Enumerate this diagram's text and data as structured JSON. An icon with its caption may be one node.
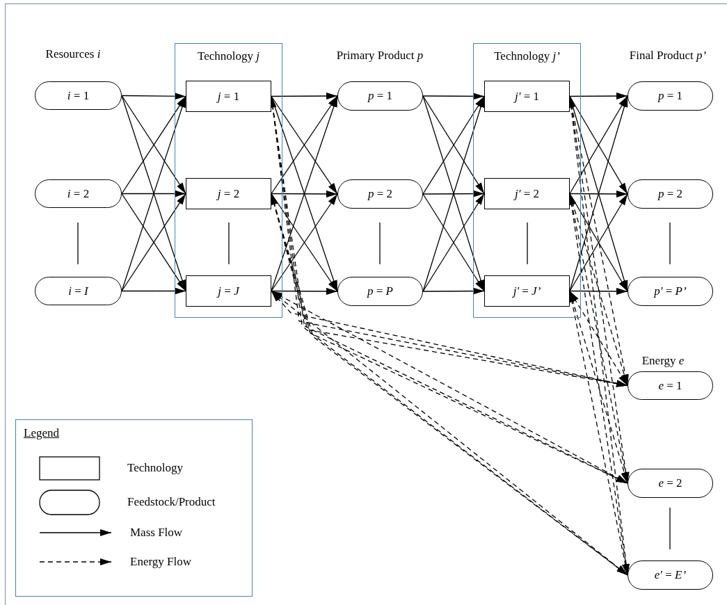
{
  "diagram": {
    "nodes": [
      {
        "text": [
          "*i* = 1"
        ]
      },
      {
        "text": [
          "*i* = 2"
        ]
      },
      {
        "text": [
          "*i* = *I*"
        ]
      },
      {
        "text": [
          "Technology *j*"
        ]
      },
      {
        "text": [
          "*j* = 1"
        ],
        "in": 3
      },
      {
        "text": [
          "*j* = 2"
        ],
        "in": 3
      },
      {
        "text": [
          "*j* = *J*"
        ],
        "in": 3
      },
      {
        "text": [
          "*p* = 1"
        ]
      },
      {
        "text": [
          "*p* = 2"
        ]
      },
      {
        "text": [
          "*p* = *P*"
        ]
      },
      {
        "text": [
          "Technology *j’*"
        ]
      },
      {
        "text": [
          "*j'* = 1"
        ],
        "in": 10
      },
      {
        "text": [
          "*j'* = 2"
        ],
        "in": 10
      },
      {
        "text": [
          "*j'* = *J’*"
        ],
        "in": 10
      },
      {
        "text": [
          "*p* = 1"
        ]
      },
      {
        "text": [
          "*p* = 2"
        ]
      },
      {
        "text": [
          "*p'* = *P’*"
        ]
      },
      {
        "text": [
          "*e* = 1"
        ]
      },
      {
        "text": [
          "*e* = 2"
        ]
      },
      {
        "text": [
          "*e'* = *E’*"
        ]
      }
    ],
    "edges": [
      {
        "from": 0,
        "to": 4,
        "arrow": "to"
      },
      {
        "from": 0,
        "to": 5,
        "arrow": "to"
      },
      {
        "from": 0,
        "to": 6,
        "arrow": "to"
      },
      {
        "from": 1,
        "to": 4,
        "arrow": "to"
      },
      {
        "from": 1,
        "to": 5,
        "arrow": "to"
      },
      {
        "from": 1,
        "to": 6,
        "arrow": "to"
      },
      {
        "from": 2,
        "to": 4,
        "arrow": "to"
      },
      {
        "from": 2,
        "to": 5,
        "arrow": "to"
      },
      {
        "from": 2,
        "to": 6,
        "arrow": "to"
      },
      {
        "from": 4,
        "to": 7,
        "arrow": "to"
      },
      {
        "from": 4,
        "to": 8,
        "arrow": "to"
      },
      {
        "from": 4,
        "to": 9,
        "arrow": "to"
      },
      {
        "from": 5,
        "to": 7,
        "arrow": "to"
      },
      {
        "from": 5,
        "to": 8,
        "arrow": "to"
      },
      {
        "from": 5,
        "to": 9,
        "arrow": "to"
      },
      {
        "from": 6,
        "to": 7,
        "arrow": "to"
      },
      {
        "from": 6,
        "to": 8,
        "arrow": "to"
      },
      {
        "from": 6,
        "to": 9,
        "arrow": "to"
      },
      {
        "from": 7,
        "to": 11,
        "arrow": "to"
      },
      {
        "from": 7,
        "to": 12,
        "arrow": "to"
      },
      {
        "from": 7,
        "to": 13,
        "arrow": "to"
      },
      {
        "from": 8,
        "to": 11,
        "arrow": "to"
      },
      {
        "from": 8,
        "to": 12,
        "arrow": "to"
      },
      {
        "from": 8,
        "to": 13,
        "arrow": "to"
      },
      {
        "from": 9,
        "to": 11,
        "arrow": "to"
      },
      {
        "from": 9,
        "to": 12,
        "arrow": "to"
      },
      {
        "from": 9,
        "to": 13,
        "arrow": "to"
      },
      {
        "from": 11,
        "to": 14,
        "arrow": "to"
      },
      {
        "from": 11,
        "to": 15,
        "arrow": "to"
      },
      {
        "from": 11,
        "to": 16,
        "arrow": "to"
      },
      {
        "from": 12,
        "to": 14,
        "arrow": "to"
      },
      {
        "from": 12,
        "to": 15,
        "arrow": "to"
      },
      {
        "from": 12,
        "to": 16,
        "arrow": "to"
      },
      {
        "from": 13,
        "to": 14,
        "arrow": "to"
      },
      {
        "from": 13,
        "to": 15,
        "arrow": "to"
      },
      {
        "from": 13,
        "to": 16,
        "arrow": "to"
      },
      {
        "from": 4,
        "to": 17,
        "arrow": "both",
        "style": "dashed"
      },
      {
        "from": 4,
        "to": 18,
        "arrow": "both",
        "style": "dashed"
      },
      {
        "from": 4,
        "to": 19,
        "arrow": "both",
        "style": "dashed"
      },
      {
        "from": 5,
        "to": 17,
        "arrow": "both",
        "style": "dashed"
      },
      {
        "from": 5,
        "to": 18,
        "arrow": "both",
        "style": "dashed"
      },
      {
        "from": 5,
        "to": 19,
        "arrow": "both",
        "style": "dashed"
      },
      {
        "from": 6,
        "to": 17,
        "arrow": "both",
        "style": "dashed"
      },
      {
        "from": 6,
        "to": 18,
        "arrow": "both",
        "style": "dashed"
      },
      {
        "from": 6,
        "to": 19,
        "arrow": "both",
        "style": "dashed"
      },
      {
        "from": 11,
        "to": 17,
        "arrow": "both",
        "style": "dashed"
      },
      {
        "from": 11,
        "to": 18,
        "arrow": "both",
        "style": "dashed"
      },
      {
        "from": 11,
        "to": 19,
        "arrow": "both",
        "style": "dashed"
      },
      {
        "from": 12,
        "to": 17,
        "arrow": "both",
        "style": "dashed"
      },
      {
        "from": 12,
        "to": 18,
        "arrow": "both",
        "style": "dashed"
      },
      {
        "from": 12,
        "to": 19,
        "arrow": "both",
        "style": "dashed"
      },
      {
        "from": 13,
        "to": 17,
        "arrow": "both",
        "style": "dashed"
      },
      {
        "from": 13,
        "to": 18,
        "arrow": "both",
        "style": "dashed"
      },
      {
        "from": 13,
        "to": 19,
        "arrow": "both",
        "style": "dashed"
      }
    ],
    "labels": [
      "Resources *i*",
      "Primary Product *p*",
      "Final Product *p’*",
      "Energy *e*",
      "Legend"
    ],
    "legend": [
      {
        "text": "Technology"
      },
      {
        "text": "Feedstock/Product"
      },
      {
        "text": "Mass Flow"
      },
      {
        "text": "Energy Flow"
      }
    ]
  }
}
